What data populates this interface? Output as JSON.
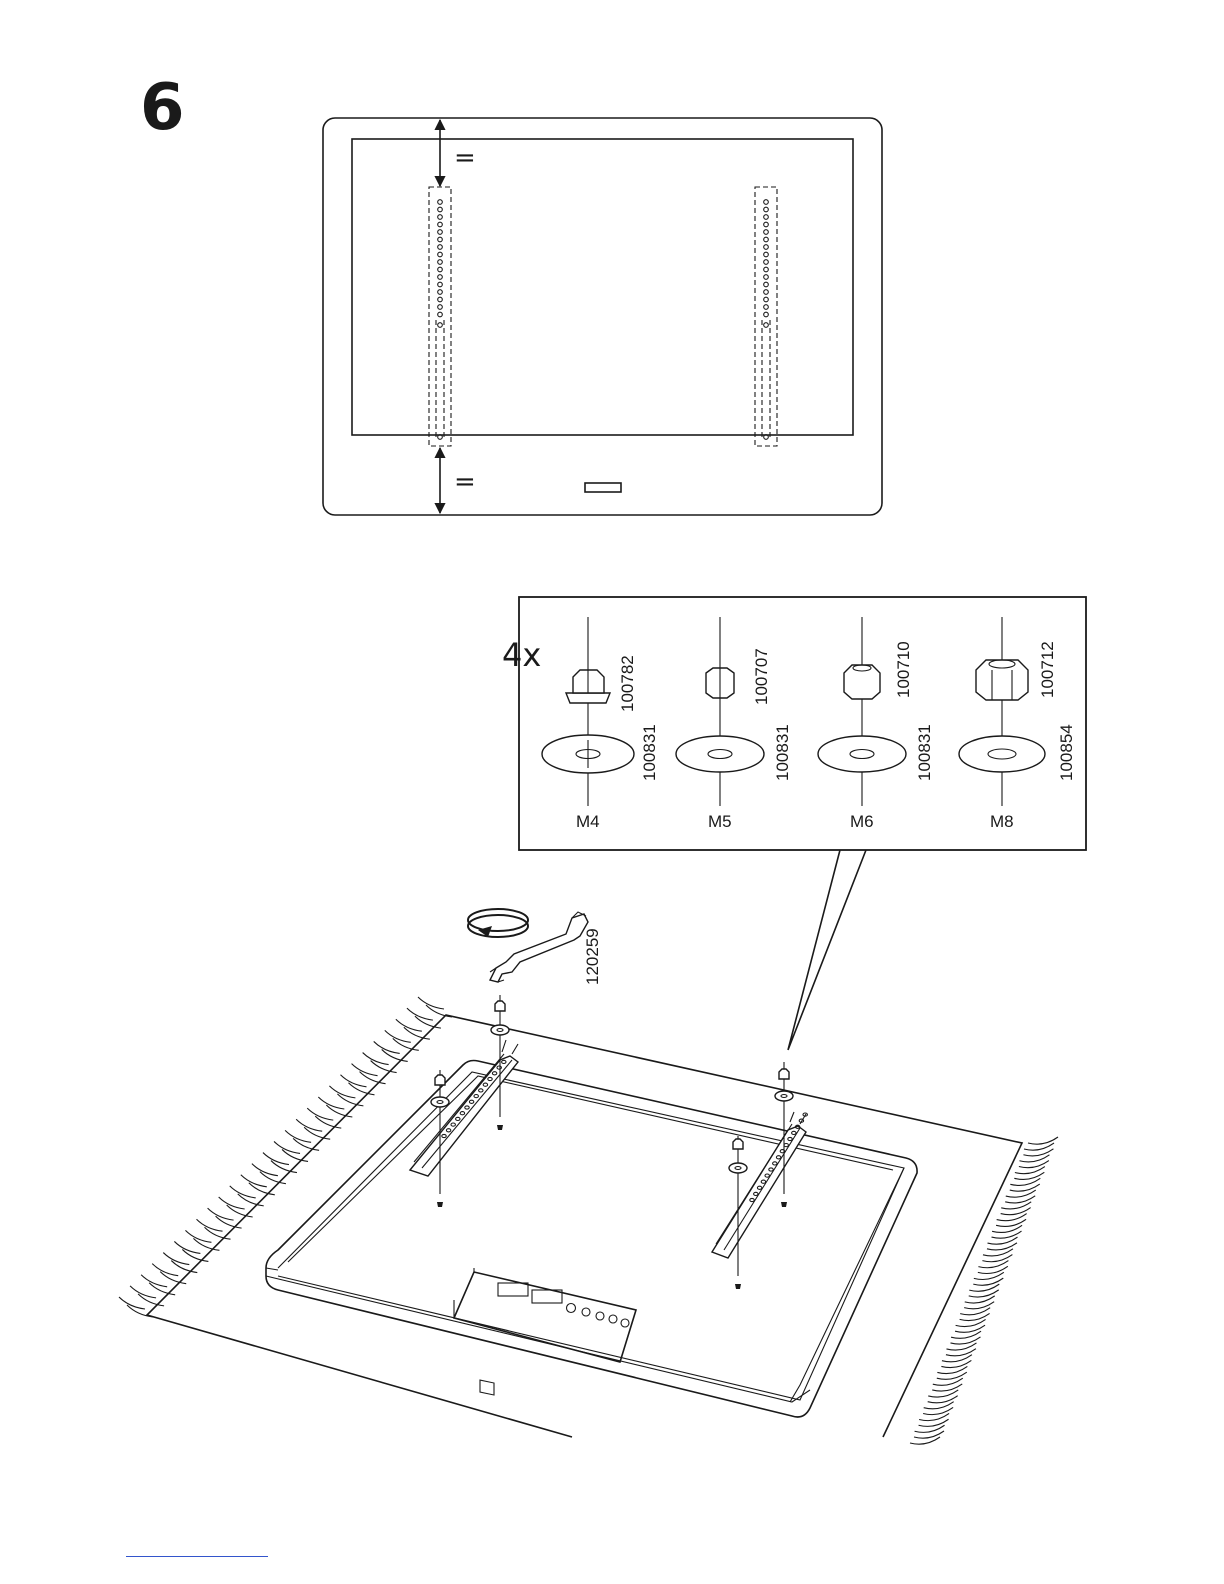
{
  "step": {
    "number": "6"
  },
  "front_view": {
    "top_gap_symbol": "=",
    "bottom_gap_symbol": "="
  },
  "hardware": {
    "quantity": "4x",
    "sets": [
      {
        "size": "M4",
        "nut_part": "100782",
        "washer_part": "100831",
        "nut_type": "flange-nut"
      },
      {
        "size": "M5",
        "nut_part": "100707",
        "washer_part": "100831",
        "nut_type": "hex-nut"
      },
      {
        "size": "M6",
        "nut_part": "100710",
        "washer_part": "100831",
        "nut_type": "hex-nut"
      },
      {
        "size": "M8",
        "nut_part": "100712",
        "washer_part": "100854",
        "nut_type": "hex-nut"
      }
    ]
  },
  "tool": {
    "part": "120259",
    "icon": "wrench-icon",
    "rotation_icon": "rotate-arrow-icon"
  }
}
